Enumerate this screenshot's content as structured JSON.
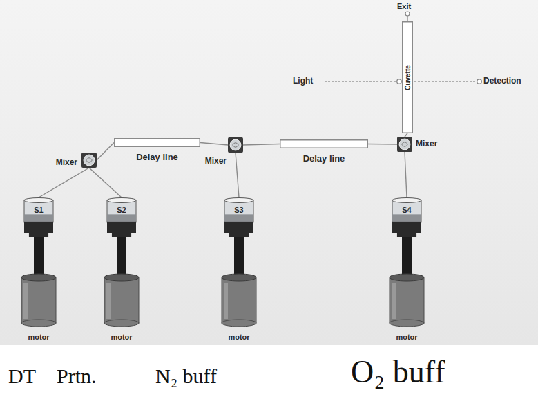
{
  "diagram": {
    "nodes": [
      {
        "text": [
          "Cuvette"
        ]
      },
      {
        "text": [
          "Mixer"
        ]
      },
      {
        "text": [
          "Delay line"
        ]
      },
      {
        "text": [
          "Mixer"
        ]
      },
      {
        "text": [
          "Delay line"
        ]
      },
      {
        "text": [
          "Mixer"
        ]
      },
      {
        "text": [
          "S1"
        ]
      },
      {
        "text": [
          "S2"
        ]
      },
      {
        "text": [
          "S3"
        ]
      },
      {
        "text": [
          "S4"
        ]
      },
      {
        "text": [
          "motor"
        ]
      },
      {
        "text": [
          "motor"
        ]
      },
      {
        "text": [
          "motor"
        ]
      },
      {
        "text": [
          "motor"
        ]
      }
    ],
    "edges": [
      {
        "from": 6,
        "to": 1,
        "arrow": "none"
      },
      {
        "from": 7,
        "to": 1,
        "arrow": "none"
      },
      {
        "from": 1,
        "to": 2,
        "arrow": "none"
      },
      {
        "from": 2,
        "to": 3,
        "arrow": "none"
      },
      {
        "from": 8,
        "to": 3,
        "arrow": "none"
      },
      {
        "from": 3,
        "to": 4,
        "arrow": "none"
      },
      {
        "from": 4,
        "to": 5,
        "arrow": "none"
      },
      {
        "from": 9,
        "to": 5,
        "arrow": "none"
      },
      {
        "from": 5,
        "to": 0,
        "arrow": "none"
      }
    ],
    "labels": [
      "Exit",
      "Light",
      "Detection",
      "DT",
      "Prtn.",
      "N₂ buff",
      "O₂ buff"
    ]
  }
}
